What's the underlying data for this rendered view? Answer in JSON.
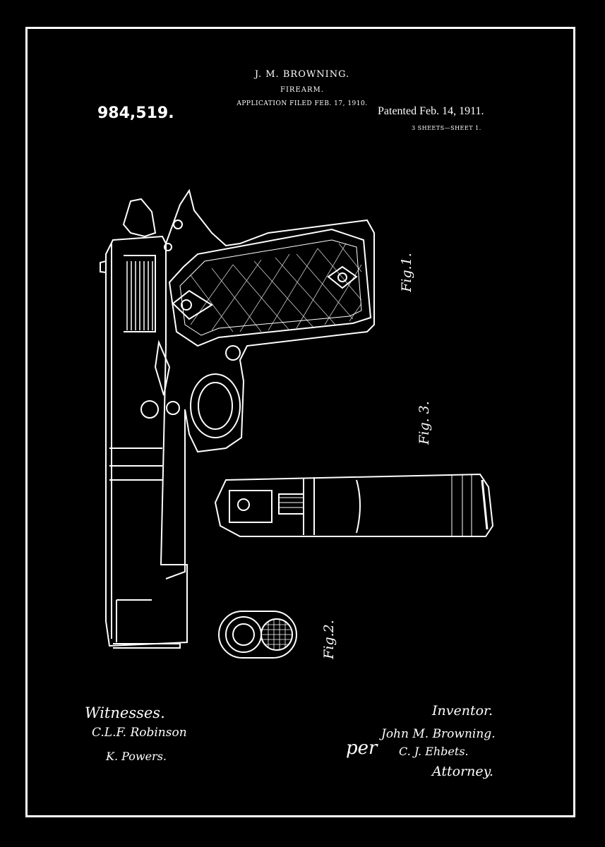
{
  "header": {
    "inventor_name": "J. M. BROWNING.",
    "title": "FIREARM.",
    "application": "APPLICATION FILED FEB. 17, 1910.",
    "patent_number": "984,519.",
    "patented": "Patented Feb. 14, 1911.",
    "sheets": "3 SHEETS—SHEET 1."
  },
  "figures": {
    "fig1": "Fig.1.",
    "fig2": "Fig.2.",
    "fig3": "Fig. 3."
  },
  "footer": {
    "witnesses_label": "Witnesses.",
    "witness1": "C.L.F. Robinson",
    "witness2": "K. Powers.",
    "inventor_label": "Inventor.",
    "inventor_signature": "John M. Browning.",
    "per": "per",
    "attorney_signature": "C. J. Ehbets.",
    "attorney_label": "Attorney."
  },
  "colors": {
    "background": "#000000",
    "ink": "#ffffff"
  }
}
